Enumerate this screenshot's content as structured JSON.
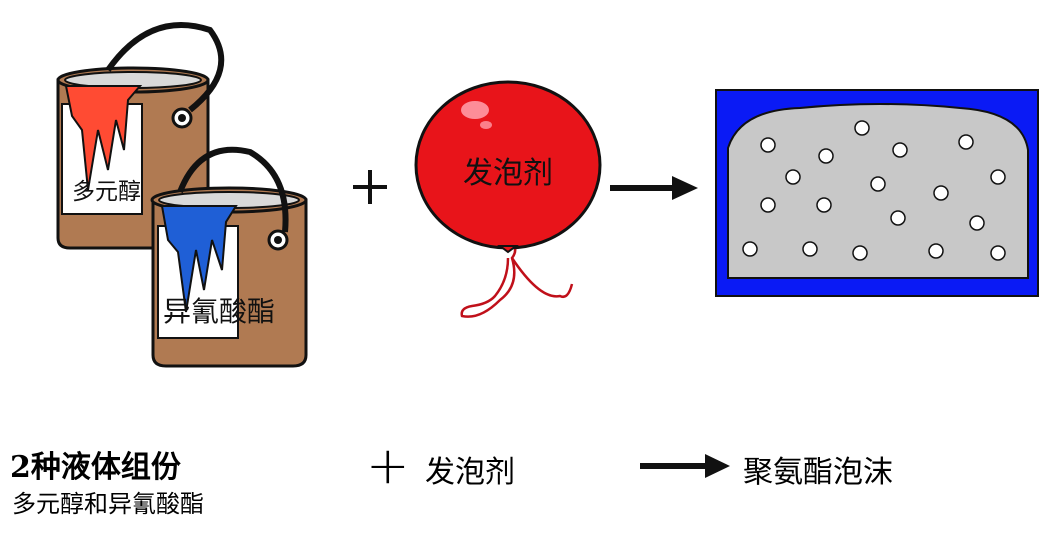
{
  "cans": {
    "red_label": "多元醇",
    "blue_label": "异氰酸酯"
  },
  "balloon": {
    "label": "发泡剂"
  },
  "captions": {
    "components_title": "2种液体组份",
    "components_subtitle": "多元醇和异氰酸酯",
    "plus": "+",
    "blowing_agent": "发泡剂",
    "foam": "聚氨酯泡沫"
  },
  "colors": {
    "can_body": "#B07A52",
    "red_paint": "#FF4B33",
    "blue_paint": "#1F5FD6",
    "balloon": "#E8141A",
    "foam_frame": "#0A1AF5",
    "foam_fill": "#C8C8C8"
  }
}
